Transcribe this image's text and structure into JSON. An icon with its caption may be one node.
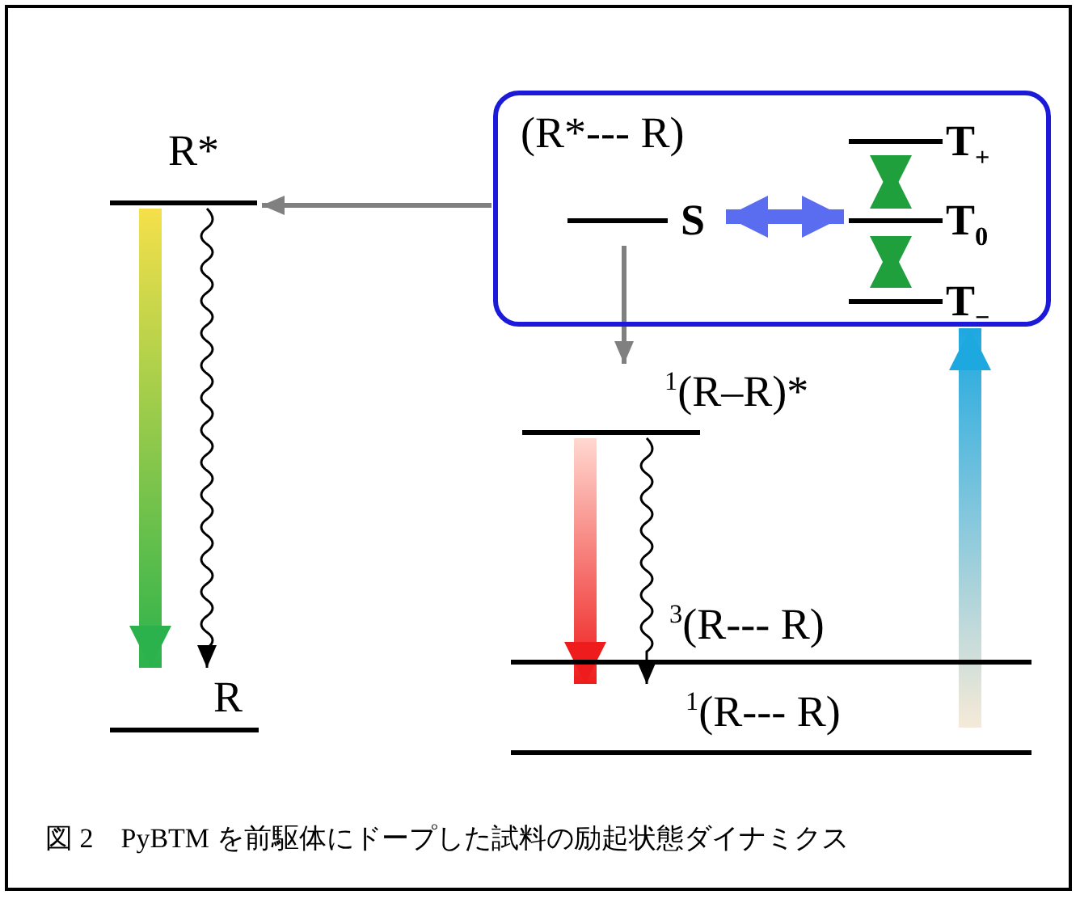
{
  "diagram": {
    "caption": "図 2　PyBTM を前駆体にドープした試料の励起状態ダイナミクス",
    "nodes": [
      {
        "text": [
          "(R*--- R)"
        ]
      },
      {
        "text": [
          "S"
        ],
        "in": 0
      },
      {
        "text": [
          "T$_{+}$"
        ],
        "in": 0
      },
      {
        "text": [
          "T$_{0}$"
        ],
        "in": 0
      },
      {
        "text": [
          "T$_{−}$"
        ],
        "in": 0
      },
      {
        "text": [
          "R*"
        ]
      },
      {
        "text": [
          "R"
        ]
      },
      {
        "text": [
          "$^{1}$(R–R)*"
        ]
      },
      {
        "text": [
          "$^{3}$(R--- R)"
        ]
      },
      {
        "text": [
          "$^{1}$(R--- R)"
        ]
      }
    ],
    "edges": [
      {
        "from": 0,
        "to": 5,
        "arrow": "to",
        "color": "#808080"
      },
      {
        "from": 1,
        "to": 7,
        "arrow": "to",
        "color": "#808080"
      },
      {
        "from": 1,
        "to": 3,
        "arrow": "both",
        "style": "thick",
        "color": "#5a6cf0"
      },
      {
        "from": 2,
        "to": 3,
        "arrow": "both",
        "style": "thick",
        "color": "#1fa03c"
      },
      {
        "from": 3,
        "to": 4,
        "arrow": "both",
        "style": "thick",
        "color": "#1fa03c"
      },
      {
        "from": 5,
        "to": 6,
        "arrow": "to",
        "style": "thick",
        "color": "#2bb24c"
      },
      {
        "from": 5,
        "to": 6,
        "arrow": "to",
        "color": "#000000"
      },
      {
        "from": 7,
        "to": 9,
        "arrow": "to",
        "style": "thick",
        "color": "#ee1c1c"
      },
      {
        "from": 7,
        "to": 9,
        "arrow": "to",
        "color": "#000000"
      },
      {
        "from": 9,
        "to": 0,
        "arrow": "to",
        "style": "thick",
        "color": "#1ea8e0"
      }
    ]
  }
}
